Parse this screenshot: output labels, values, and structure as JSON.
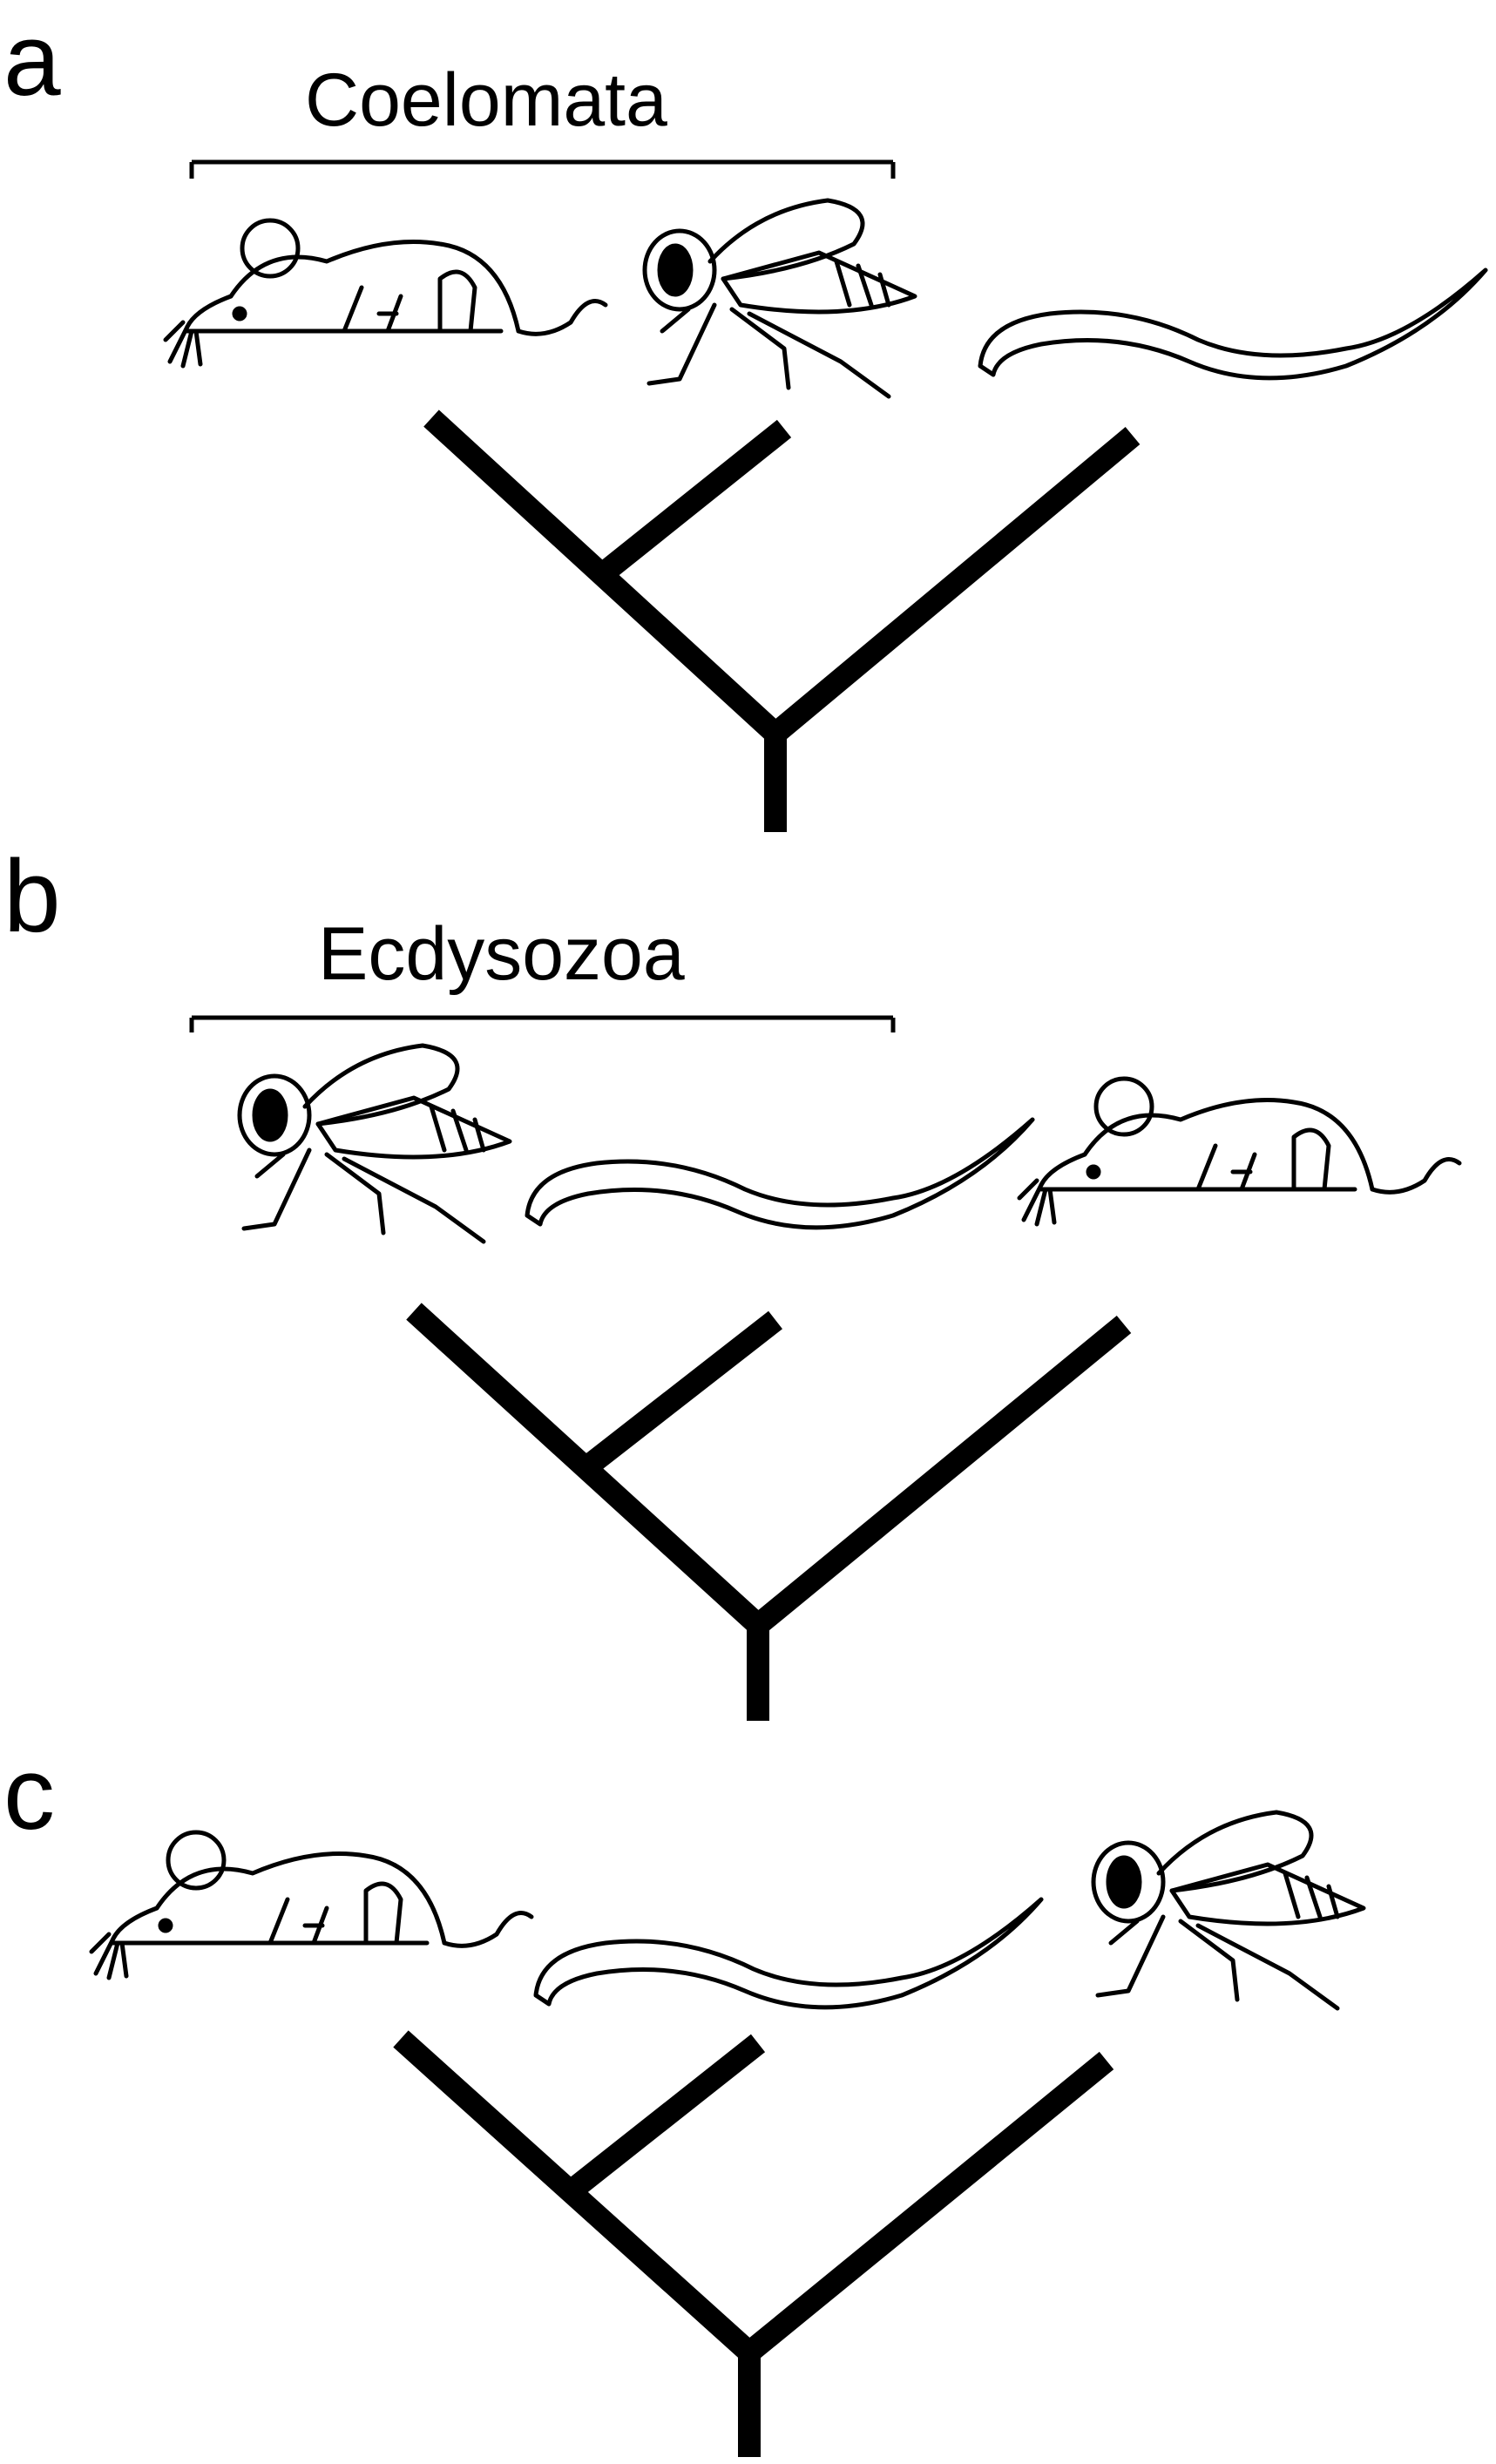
{
  "panels": [
    {
      "letter": "a",
      "clade_label": "Coelomata",
      "taxa": [
        "mouse-icon",
        "fly-icon",
        "worm-icon"
      ]
    },
    {
      "letter": "b",
      "clade_label": "Ecdysozoa",
      "taxa": [
        "fly-icon",
        "worm-icon",
        "mouse-icon"
      ]
    },
    {
      "letter": "c",
      "clade_label": "",
      "taxa": [
        "mouse-icon",
        "worm-icon",
        "fly-icon"
      ]
    }
  ],
  "colors": {
    "tree": "#000000",
    "background": "#ffffff"
  }
}
